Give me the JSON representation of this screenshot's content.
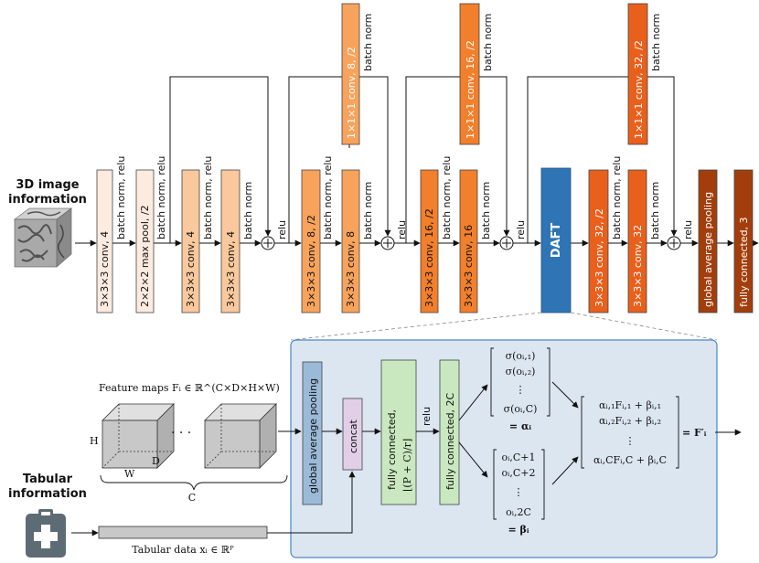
{
  "inputs": {
    "image_label_line1": "3D image",
    "image_label_line2": "information",
    "tabular_label_line1": "Tabular",
    "tabular_label_line2": "information",
    "tabular_data_caption": "Tabular data xᵢ ∈ ℝᴾ"
  },
  "main_blocks": [
    {
      "label": "3×3×3 conv, 4",
      "side": "batch norm, relu"
    },
    {
      "label": "2×2×2 max pool, /2",
      "side": "batch norm, relu"
    },
    {
      "label": "3×3×3 conv, 4",
      "side": "batch norm, relu"
    },
    {
      "label": "3×3×3 conv, 4",
      "side": "batch norm"
    },
    {
      "label": "3×3×3 conv, 8, /2",
      "side": "batch norm, relu"
    },
    {
      "label": "3×3×3 conv, 8",
      "side": "batch norm"
    },
    {
      "label": "3×3×3 conv, 16, /2",
      "side": "batch norm, relu"
    },
    {
      "label": "3×3×3 conv, 16",
      "side": "batch norm"
    },
    {
      "label": "3×3×3 conv, 32, /2",
      "side": "batch norm, relu"
    },
    {
      "label": "3×3×3 conv, 32",
      "side": "batch norm"
    },
    {
      "label": "global average pooling",
      "side": ""
    },
    {
      "label": "fully connected, 3",
      "side": ""
    }
  ],
  "skip_blocks": [
    {
      "label": "1×1×1 conv, 8, /2",
      "side": "batch norm"
    },
    {
      "label": "1×1×1 conv, 16, /2",
      "side": "batch norm"
    },
    {
      "label": "1×1×1 conv, 32, /2",
      "side": "batch norm"
    }
  ],
  "relu_labels": [
    "relu",
    "relu",
    "relu",
    "relu"
  ],
  "daft_label": "DAFT",
  "detail": {
    "feature_maps_label": "Feature maps Fᵢ ∈ ℝ^(C×D×H×W)",
    "dim_h": "H",
    "dim_w": "W",
    "dim_d": "D",
    "dim_c": "C",
    "ellipsis": "·  ·  ·",
    "gap_label": "global average pooling",
    "concat_label": "concat",
    "fc1_line1": "fully connected,",
    "fc1_line2": "⌊(P + C)/r⌋",
    "relu_label": "relu",
    "fc2_label": "fully connected, 2C",
    "sigma_vector": [
      "σ(oᵢ,₁)",
      "σ(oᵢ,₂)",
      "⋮",
      "σ(oᵢ,C)"
    ],
    "alpha_label": "= αᵢ",
    "o_vector": [
      "oᵢ,C+1",
      "oᵢ,C+2",
      "⋮",
      "oᵢ,2C"
    ],
    "beta_label": "= βᵢ",
    "result_vector": [
      "αᵢ,₁Fᵢ,₁ + βᵢ,₁",
      "αᵢ,₂Fᵢ,₂ + βᵢ,₂",
      "⋮",
      "αᵢ,CFᵢ,C + βᵢ,C"
    ],
    "result_label": "= F′ᵢ"
  },
  "colors": {
    "c_cream": "#fdebe0",
    "c_light_orange": "#f9c89c",
    "c_orange": "#f7a35c",
    "c_dark_orange": "#e8601c",
    "c_brown": "#a33e0c",
    "daft_blue": "#2f75b5",
    "panel_bg": "#dce6f1",
    "panel_border": "#4a86c5",
    "gap_blue": "#9bbad8",
    "concat_purple": "#e1cfe7",
    "fc_green": "#c9e8bf"
  }
}
